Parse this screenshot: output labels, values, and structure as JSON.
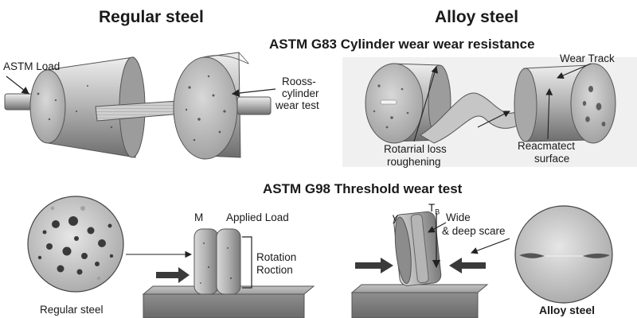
{
  "headings": {
    "left": "Regular steel",
    "right": "Alloy steel",
    "g83": "ASTM G83 Cylinder wear wear resistance",
    "g98": "ASTM G98 Threshold wear test"
  },
  "top_left": {
    "load": "ASTM Load",
    "test_line1": "Rooss-",
    "test_line2": "cylinder",
    "test_line3": "wear test"
  },
  "top_right": {
    "track": "Wear Track",
    "loss_line1": "Rotarrial loss",
    "loss_line2": "roughening",
    "surface_line1": "Reacmatect",
    "surface_line2": "surface"
  },
  "bottom_left": {
    "m": "M",
    "applied": "Applied Load",
    "rot1": "Rotation",
    "rot2": "Roction",
    "caption": "Regular steel"
  },
  "bottom_right": {
    "y": "y",
    "t": "T",
    "t_sub": "B",
    "wide1": "Wide",
    "wide2": "& deep scare",
    "caption": "Alloy steel"
  },
  "colors": {
    "metal_light": "#d4d4d4",
    "metal_mid": "#a9a9a9",
    "metal_dark": "#6f6f6f",
    "block": "#8a8a8a",
    "arrow": "#3a3a3a"
  }
}
